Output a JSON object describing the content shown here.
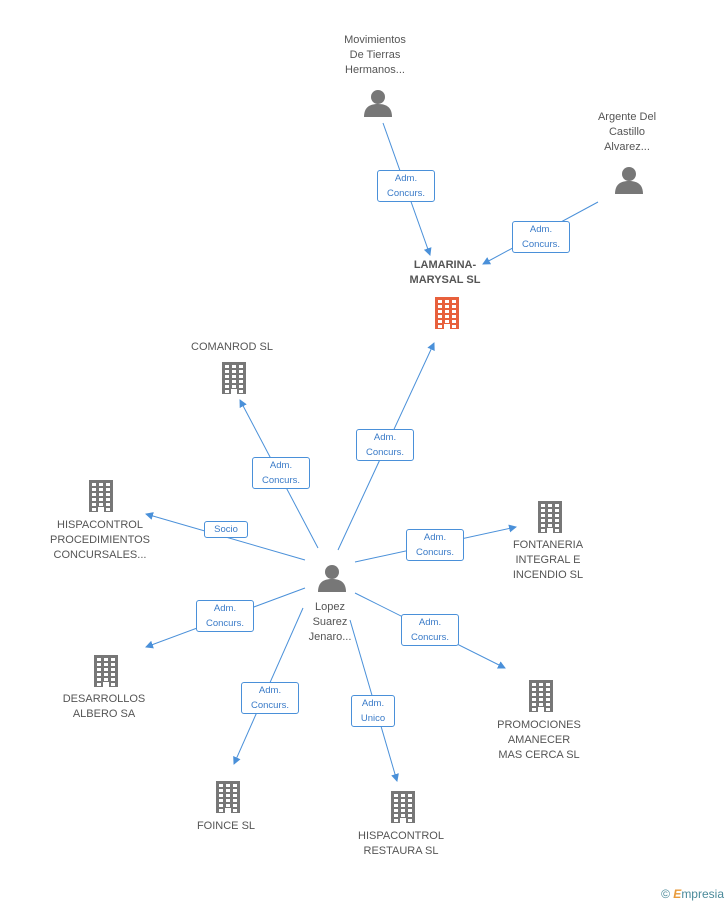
{
  "nodes": {
    "movimientos": {
      "label": "Movimientos\nDe Tierras\nHermanos...",
      "kind": "person"
    },
    "argente": {
      "label": "Argente Del\nCastillo\nAlvarez...",
      "kind": "person"
    },
    "lamarina": {
      "label": "LAMARINA-\nMARYSAL SL",
      "kind": "company-main"
    },
    "comanrod": {
      "label": "COMANROD SL",
      "kind": "company"
    },
    "hispacontrol_proc": {
      "label": "HISPACONTROL\nPROCEDIMIENTOS\nCONCURSALES...",
      "kind": "company"
    },
    "fontaneria": {
      "label": "FONTANERIA\nINTEGRAL E\nINCENDIO SL",
      "kind": "company"
    },
    "lopez": {
      "label": "Lopez\nSuarez\nJenaro...",
      "kind": "person"
    },
    "desarrollos": {
      "label": "DESARROLLOS\nALBERO SA",
      "kind": "company"
    },
    "promociones": {
      "label": "PROMOCIONES\nAMANECER\nMAS CERCA SL",
      "kind": "company"
    },
    "foince": {
      "label": "FOINCE SL",
      "kind": "company"
    },
    "hispacontrol_rest": {
      "label": "HISPACONTROL\nRESTAURA SL",
      "kind": "company"
    }
  },
  "edges": [
    {
      "from": "movimientos",
      "to": "lamarina",
      "label": "Adm.\nConcurs."
    },
    {
      "from": "argente",
      "to": "lamarina",
      "label": "Adm.\nConcurs."
    },
    {
      "from": "lopez",
      "to": "lamarina",
      "label": "Adm.\nConcurs."
    },
    {
      "from": "lopez",
      "to": "comanrod",
      "label": "Adm.\nConcurs."
    },
    {
      "from": "lopez",
      "to": "hispacontrol_proc",
      "label": "Socio"
    },
    {
      "from": "lopez",
      "to": "fontaneria",
      "label": "Adm.\nConcurs."
    },
    {
      "from": "lopez",
      "to": "desarrollos",
      "label": "Adm.\nConcurs."
    },
    {
      "from": "lopez",
      "to": "promociones",
      "label": "Adm.\nConcurs."
    },
    {
      "from": "lopez",
      "to": "foince",
      "label": "Adm.\nConcurs."
    },
    {
      "from": "lopez",
      "to": "hispacontrol_rest",
      "label": "Adm.\nUnico"
    }
  ],
  "colors": {
    "edge": "#4a90d9",
    "icon": "#777777",
    "icon_main": "#e8603c"
  },
  "brand": {
    "copyright": "©",
    "e": "E",
    "name": "mpresia"
  }
}
